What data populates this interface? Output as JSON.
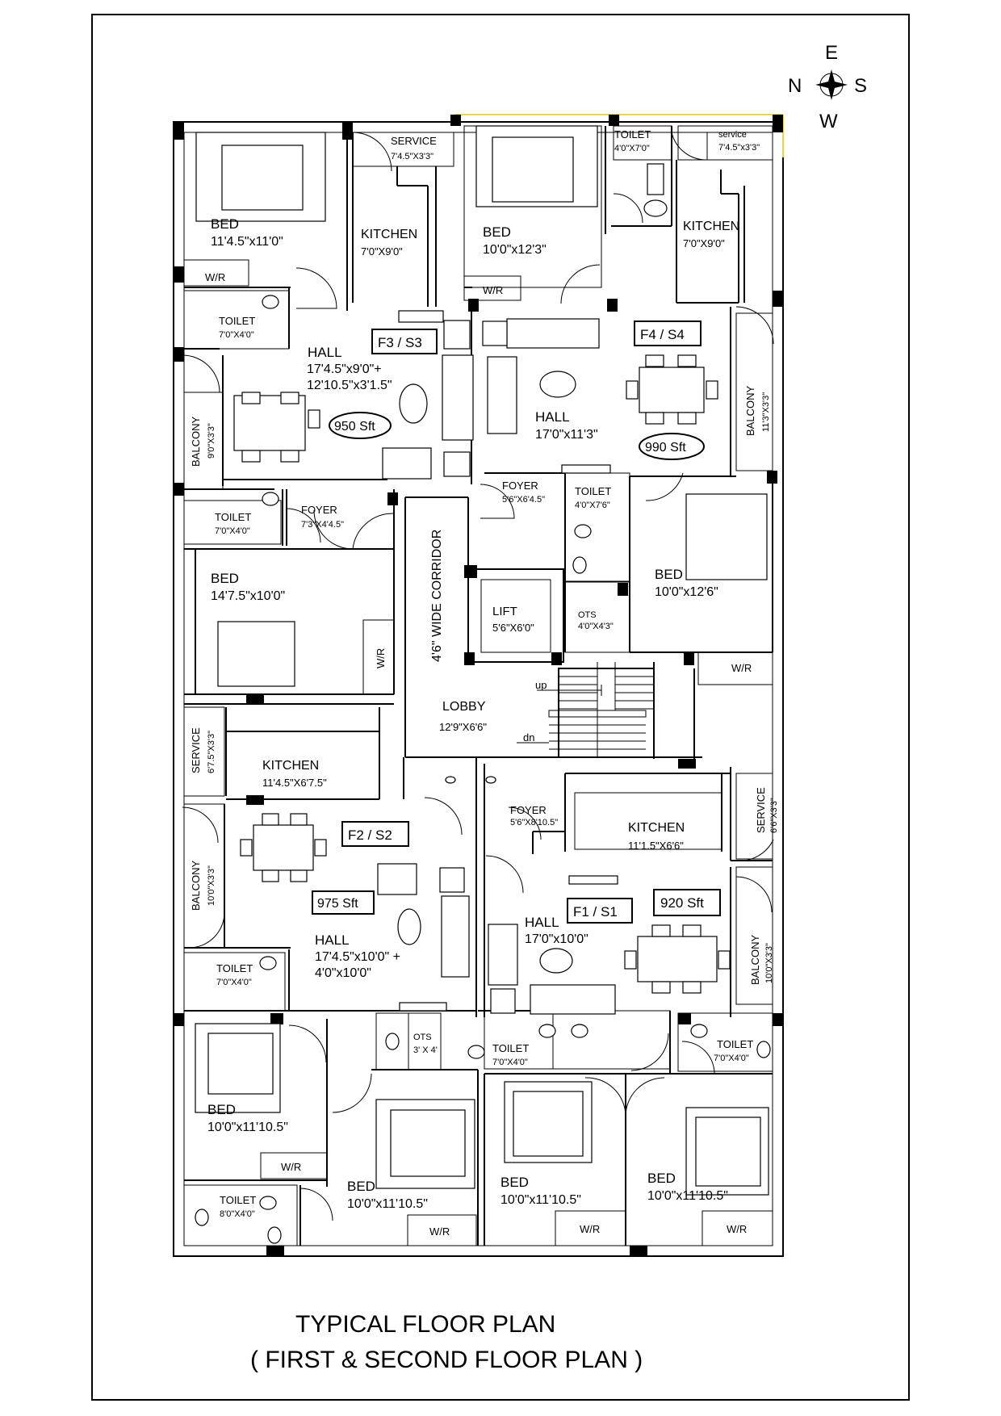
{
  "compass": {
    "n": "N",
    "e": "E",
    "s": "S",
    "w": "W"
  },
  "units": {
    "f3": {
      "label": "F3 / S3",
      "area": "950 Sft"
    },
    "f4": {
      "label": "F4 / S4",
      "area": "990 Sft"
    },
    "f2": {
      "label": "F2 / S2",
      "area": "975 Sft"
    },
    "f1": {
      "label": "F1 / S1",
      "area": "920 Sft"
    }
  },
  "rooms": {
    "f3_bed1": {
      "name": "BED",
      "size": "11'4.5\"x11'0\""
    },
    "f3_kitchen": {
      "name": "KITCHEN",
      "size": "7'0\"X9'0\""
    },
    "f3_service": {
      "name": "SERVICE",
      "size": "7'4.5\"X3'3\""
    },
    "f3_wr": {
      "name": "W/R"
    },
    "f3_toilet": {
      "name": "TOILET",
      "size": "7'0\"X4'0\""
    },
    "f3_hall": {
      "name": "HALL",
      "size1": "17'4.5\"x9'0\"+",
      "size2": "12'10.5\"x3'1.5\""
    },
    "f3_balcony": {
      "name": "BALCONY",
      "size": "9'0\"X3'3\""
    },
    "f3_toilet2": {
      "name": "TOILET",
      "size": "7'0\"X4'0\""
    },
    "f3_foyer": {
      "name": "FOYER",
      "size": "7'3\"X4'4.5\""
    },
    "f3_bed2": {
      "name": "BED",
      "size": "14'7.5\"x10'0\""
    },
    "f3_wr2": {
      "name": "W/R"
    },
    "f4_bed1": {
      "name": "BED",
      "size": "10'0\"x12'3\""
    },
    "f4_wr": {
      "name": "W/R"
    },
    "f4_toilet": {
      "name": "TOILET",
      "size": "4'0\"X7'0\""
    },
    "f4_service": {
      "name": "service",
      "size": "7'4.5\"x3'3\""
    },
    "f4_kitchen": {
      "name": "KITCHEN",
      "size": "7'0\"X9'0\""
    },
    "f4_hall": {
      "name": "HALL",
      "size": "17'0\"x11'3\""
    },
    "f4_balcony": {
      "name": "BALCONY",
      "size": "11'3\"X3'3\""
    },
    "f4_foyer": {
      "name": "FOYER",
      "size": "5'6\"X6'4.5\""
    },
    "f4_toilet2": {
      "name": "TOILET",
      "size": "4'0\"X7'6\""
    },
    "f4_bed2": {
      "name": "BED",
      "size": "10'0\"x12'6\""
    },
    "f4_ots": {
      "name": "OTS",
      "size": "4'0\"X4'3\""
    },
    "f4_wr2": {
      "name": "W/R"
    },
    "corridor": {
      "name": "4'6\" WIDE CORRIDOR"
    },
    "lift": {
      "name": "LIFT",
      "size": "5'6\"X6'0\""
    },
    "lobby": {
      "name": "LOBBY",
      "size": "12'9\"X6'6\""
    },
    "stair_up": "up",
    "stair_dn": "dn",
    "f2_service": {
      "name": "SERVICE",
      "size": "6'7.5\"X3'3\""
    },
    "f2_kitchen": {
      "name": "KITCHEN",
      "size": "11'4.5\"X6'7.5\""
    },
    "f2_balcony": {
      "name": "BALCONY",
      "size": "10'0\"X3'3\""
    },
    "f2_hall": {
      "name": "HALL",
      "size1": "17'4.5\"x10'0\" +",
      "size2": "4'0\"x10'0\""
    },
    "f2_toilet": {
      "name": "TOILET",
      "size": "7'0\"X4'0\""
    },
    "f2_ots": {
      "name": "OTS",
      "size": "3' X 4'"
    },
    "f2_bed1": {
      "name": "BED",
      "size": "10'0\"x11'10.5\""
    },
    "f2_wr1": {
      "name": "W/R"
    },
    "f2_toilet2": {
      "name": "TOILET",
      "size": "8'0\"X4'0\""
    },
    "f2_bed2": {
      "name": "BED",
      "size": "10'0\"x11'10.5\""
    },
    "f2_wr2": {
      "name": "W/R"
    },
    "f1_foyer": {
      "name": "FOYER",
      "size": "5'6\"X8'10.5\""
    },
    "f1_kitchen": {
      "name": "KITCHEN",
      "size": "11'1.5\"X6'6\""
    },
    "f1_service": {
      "name": "SERVICE",
      "size": "6'6\"X3'3\""
    },
    "f1_hall": {
      "name": "HALL",
      "size": "17'0\"x10'0\""
    },
    "f1_balcony": {
      "name": "BALCONY",
      "size": "10'0\"X3'3\""
    },
    "f1_toilet1": {
      "name": "TOILET",
      "size": "7'0\"X4'0\""
    },
    "f1_toilet2": {
      "name": "TOILET",
      "size": "7'0\"X4'0\""
    },
    "f1_bed1": {
      "name": "BED",
      "size": "10'0\"x11'10.5\""
    },
    "f1_wr1": {
      "name": "W/R"
    },
    "f1_bed2": {
      "name": "BED",
      "size": "10'0\"x11'10.5\""
    },
    "f1_wr2": {
      "name": "W/R"
    }
  },
  "title": {
    "line1": "TYPICAL FLOOR PLAN",
    "line2": "( FIRST & SECOND  FLOOR PLAN )"
  }
}
